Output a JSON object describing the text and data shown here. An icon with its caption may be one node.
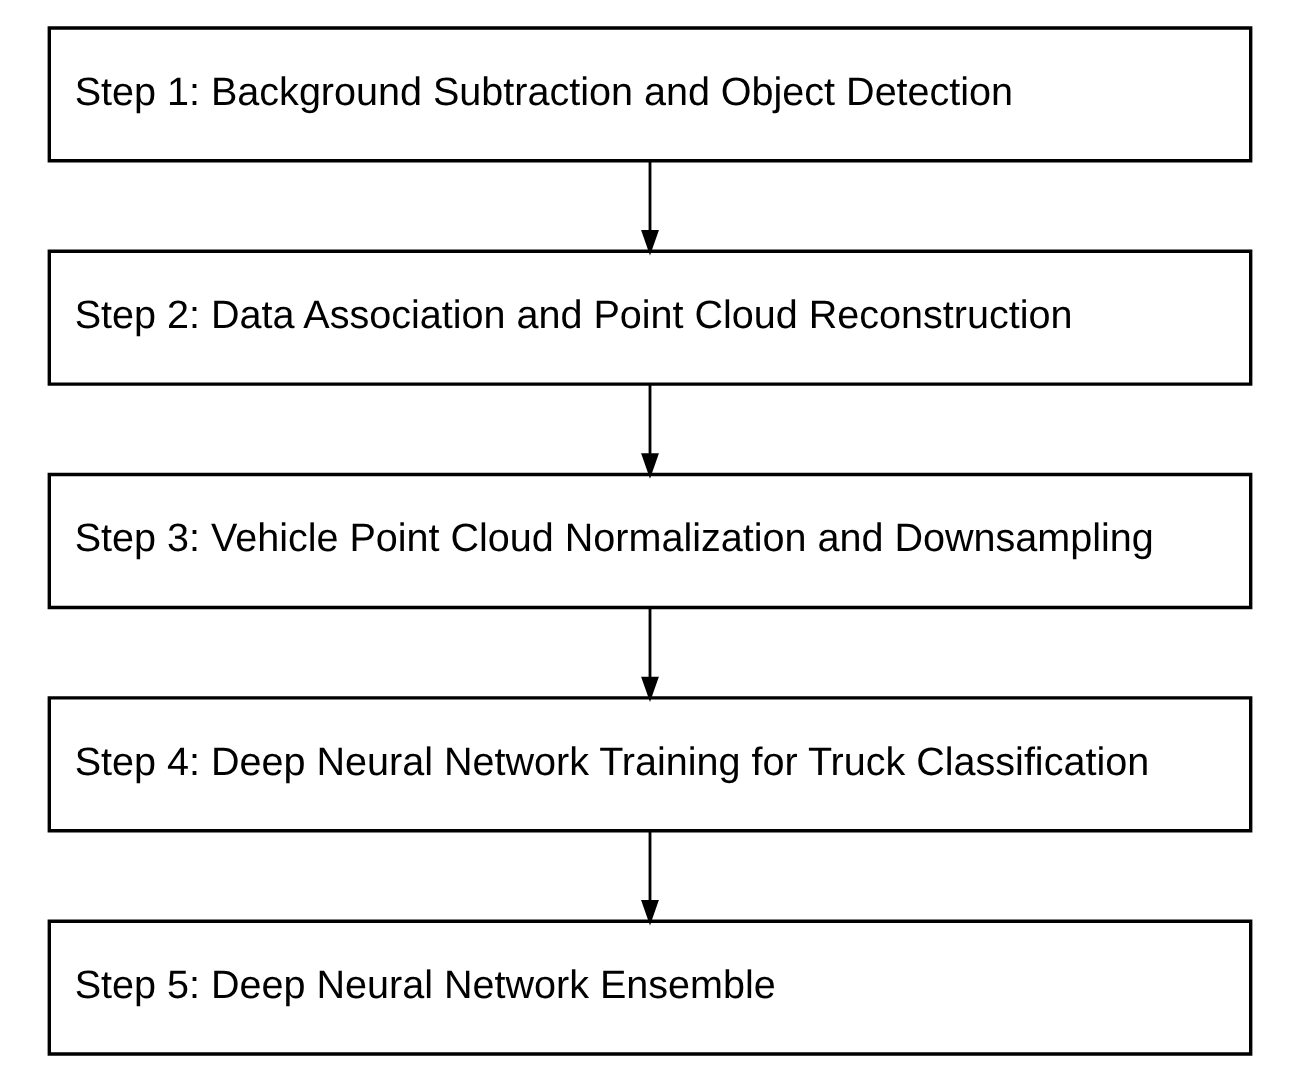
{
  "diagram": {
    "nodes": [
      {
        "text": [
          "Step 1: Background Subtraction and Object Detection"
        ]
      },
      {
        "text": [
          "Step 2: Data Association and Point Cloud Reconstruction"
        ]
      },
      {
        "text": [
          "Step 3: Vehicle Point Cloud Normalization and Downsampling"
        ]
      },
      {
        "text": [
          "Step 4: Deep Neural Network Training for Truck Classification"
        ]
      },
      {
        "text": [
          "Step 5: Deep Neural Network Ensemble"
        ]
      }
    ],
    "edges": [
      {
        "from": 0,
        "to": 1,
        "arrow": "to"
      },
      {
        "from": 1,
        "to": 2,
        "arrow": "to"
      },
      {
        "from": 2,
        "to": 3,
        "arrow": "to"
      },
      {
        "from": 3,
        "to": 4,
        "arrow": "to"
      }
    ]
  }
}
